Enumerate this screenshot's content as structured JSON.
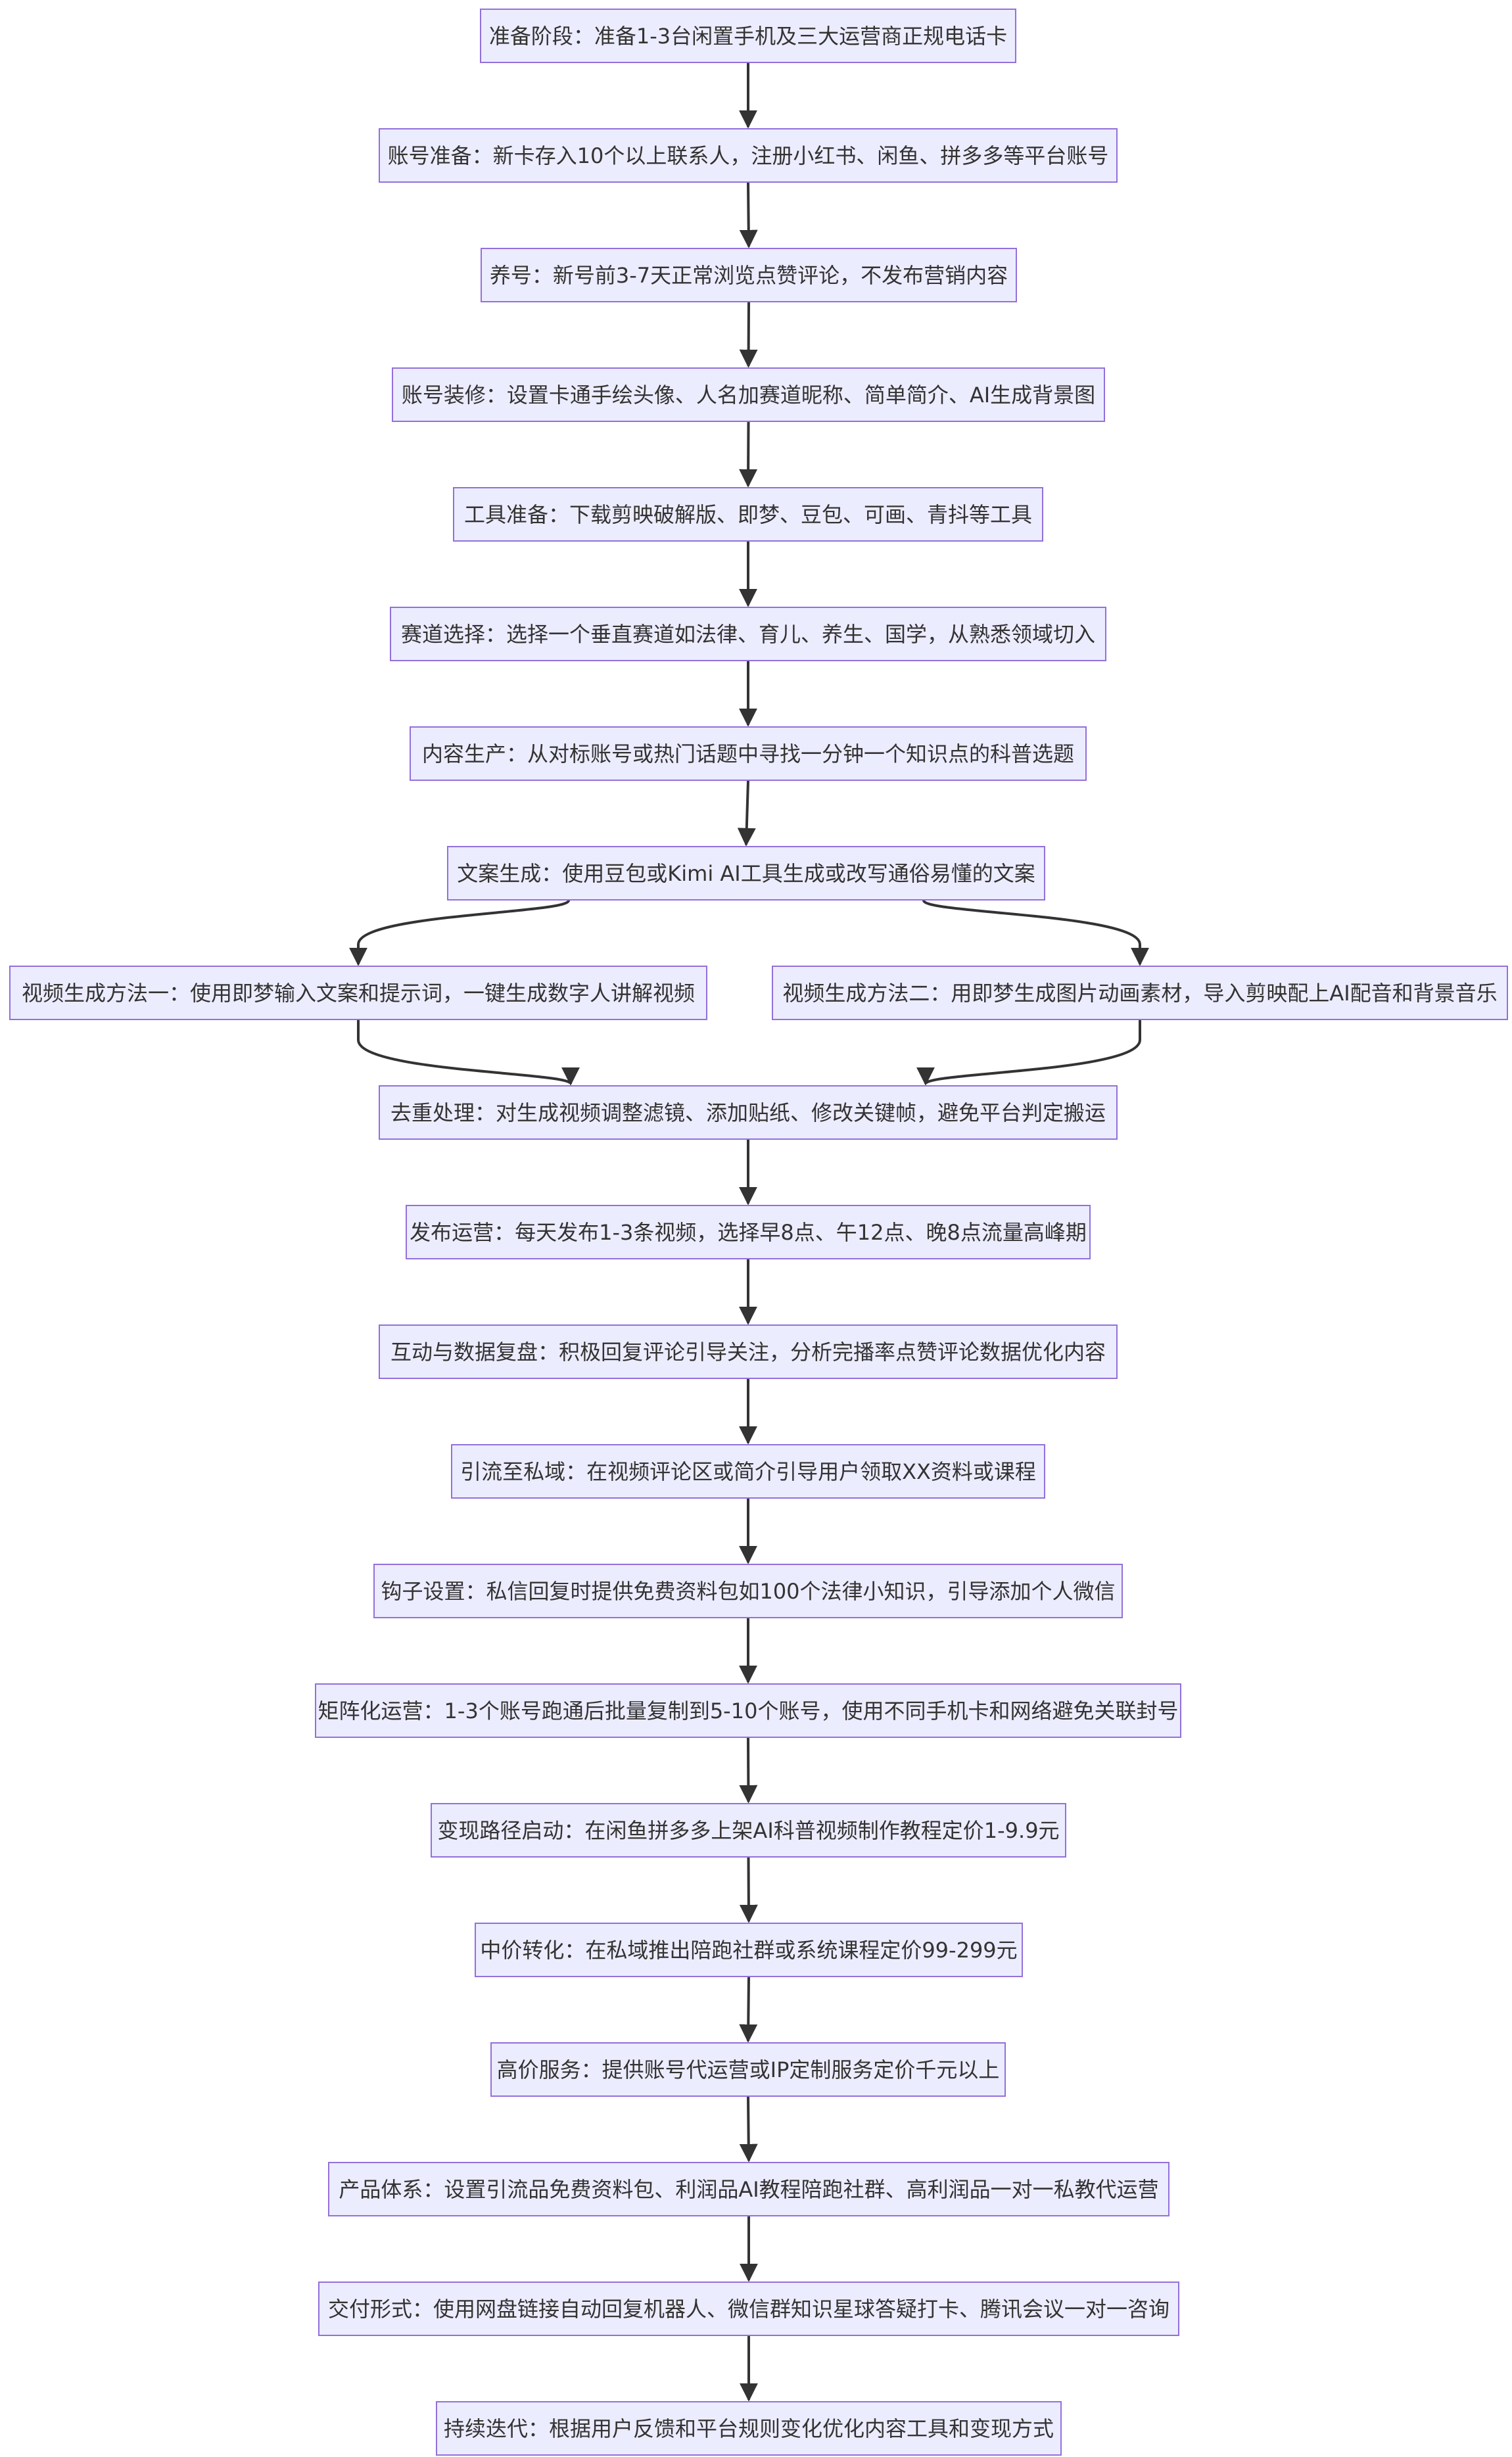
{
  "flowchart": {
    "nodes": [
      {
        "id": "n1",
        "text": "准备阶段：准备1-3台闲置手机及三大运营商正规电话卡"
      },
      {
        "id": "n2",
        "text": "账号准备：新卡存入10个以上联系人，注册小红书、闲鱼、拼多多等平台账号"
      },
      {
        "id": "n3",
        "text": "养号：新号前3-7天正常浏览点赞评论，不发布营销内容"
      },
      {
        "id": "n4",
        "text": "账号装修：设置卡通手绘头像、人名加赛道昵称、简单简介、AI生成背景图"
      },
      {
        "id": "n5",
        "text": "工具准备：下载剪映破解版、即梦、豆包、可画、青抖等工具"
      },
      {
        "id": "n6",
        "text": "赛道选择：选择一个垂直赛道如法律、育儿、养生、国学，从熟悉领域切入"
      },
      {
        "id": "n7",
        "text": "内容生产：从对标账号或热门话题中寻找一分钟一个知识点的科普选题"
      },
      {
        "id": "n8",
        "text": "文案生成：使用豆包或Kimi AI工具生成或改写通俗易懂的文案"
      },
      {
        "id": "n9a",
        "text": "视频生成方法一：使用即梦输入文案和提示词，一键生成数字人讲解视频"
      },
      {
        "id": "n9b",
        "text": "视频生成方法二：用即梦生成图片动画素材，导入剪映配上AI配音和背景音乐"
      },
      {
        "id": "n10",
        "text": "去重处理：对生成视频调整滤镜、添加贴纸、修改关键帧，避免平台判定搬运"
      },
      {
        "id": "n11",
        "text": "发布运营：每天发布1-3条视频，选择早8点、午12点、晚8点流量高峰期"
      },
      {
        "id": "n12",
        "text": "互动与数据复盘：积极回复评论引导关注，分析完播率点赞评论数据优化内容"
      },
      {
        "id": "n13",
        "text": "引流至私域：在视频评论区或简介引导用户领取XX资料或课程"
      },
      {
        "id": "n14",
        "text": "钩子设置：私信回复时提供免费资料包如100个法律小知识，引导添加个人微信"
      },
      {
        "id": "n15",
        "text": "矩阵化运营：1-3个账号跑通后批量复制到5-10个账号，使用不同手机卡和网络避免关联封号"
      },
      {
        "id": "n16",
        "text": "变现路径启动：在闲鱼拼多多上架AI科普视频制作教程定价1-9.9元"
      },
      {
        "id": "n17",
        "text": "中价转化：在私域推出陪跑社群或系统课程定价99-299元"
      },
      {
        "id": "n18",
        "text": "高价服务：提供账号代运营或IP定制服务定价千元以上"
      },
      {
        "id": "n19",
        "text": "产品体系：设置引流品免费资料包、利润品AI教程陪跑社群、高利润品一对一私教代运营"
      },
      {
        "id": "n20",
        "text": "交付形式：使用网盘链接自动回复机器人、微信群知识星球答疑打卡、腾讯会议一对一咨询"
      },
      {
        "id": "n21",
        "text": "持续迭代：根据用户反馈和平台规则变化优化内容工具和变现方式"
      }
    ],
    "edges": [
      [
        "n1",
        "n2"
      ],
      [
        "n2",
        "n3"
      ],
      [
        "n3",
        "n4"
      ],
      [
        "n4",
        "n5"
      ],
      [
        "n5",
        "n6"
      ],
      [
        "n6",
        "n7"
      ],
      [
        "n7",
        "n8"
      ],
      [
        "n8",
        "n9a"
      ],
      [
        "n8",
        "n9b"
      ],
      [
        "n9a",
        "n10"
      ],
      [
        "n9b",
        "n10"
      ],
      [
        "n10",
        "n11"
      ],
      [
        "n11",
        "n12"
      ],
      [
        "n12",
        "n13"
      ],
      [
        "n13",
        "n14"
      ],
      [
        "n14",
        "n15"
      ],
      [
        "n15",
        "n16"
      ],
      [
        "n16",
        "n17"
      ],
      [
        "n17",
        "n18"
      ],
      [
        "n18",
        "n19"
      ],
      [
        "n19",
        "n20"
      ],
      [
        "n20",
        "n21"
      ]
    ],
    "colors": {
      "node_fill": "#ececff",
      "node_border": "#9370db",
      "text": "#333333",
      "edge": "#333333"
    }
  }
}
